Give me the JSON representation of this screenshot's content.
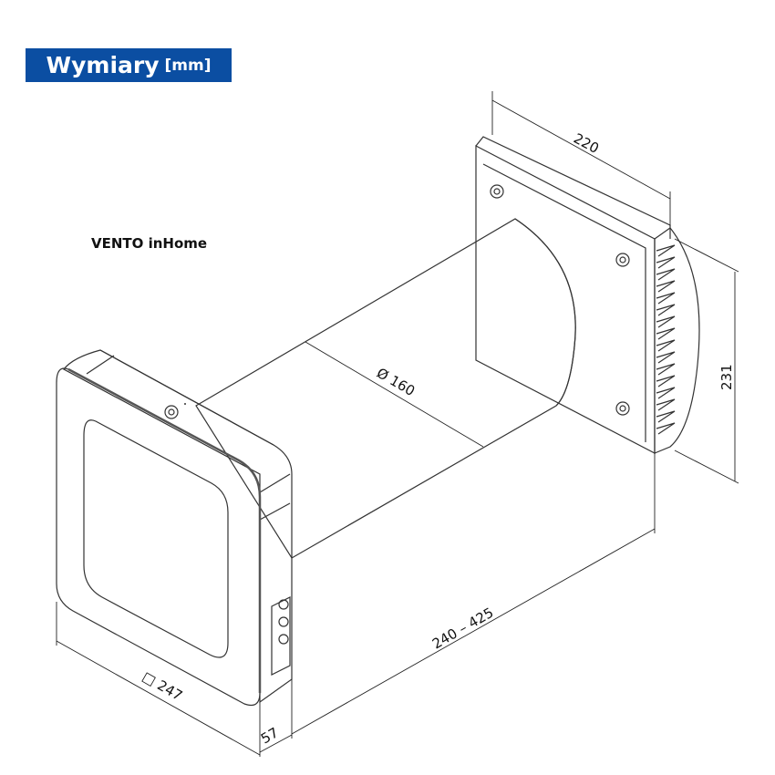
{
  "header": {
    "title": "Wymiary",
    "unit": "[mm]",
    "background": "#0b4ea2"
  },
  "product_name": "VENTO inHome",
  "dimensions": {
    "plate_width": "220",
    "hood_height": "231",
    "duct_diameter": "Ø 160",
    "duct_length": "240 – 425",
    "front_panel": "□ 247",
    "front_depth": "57"
  }
}
